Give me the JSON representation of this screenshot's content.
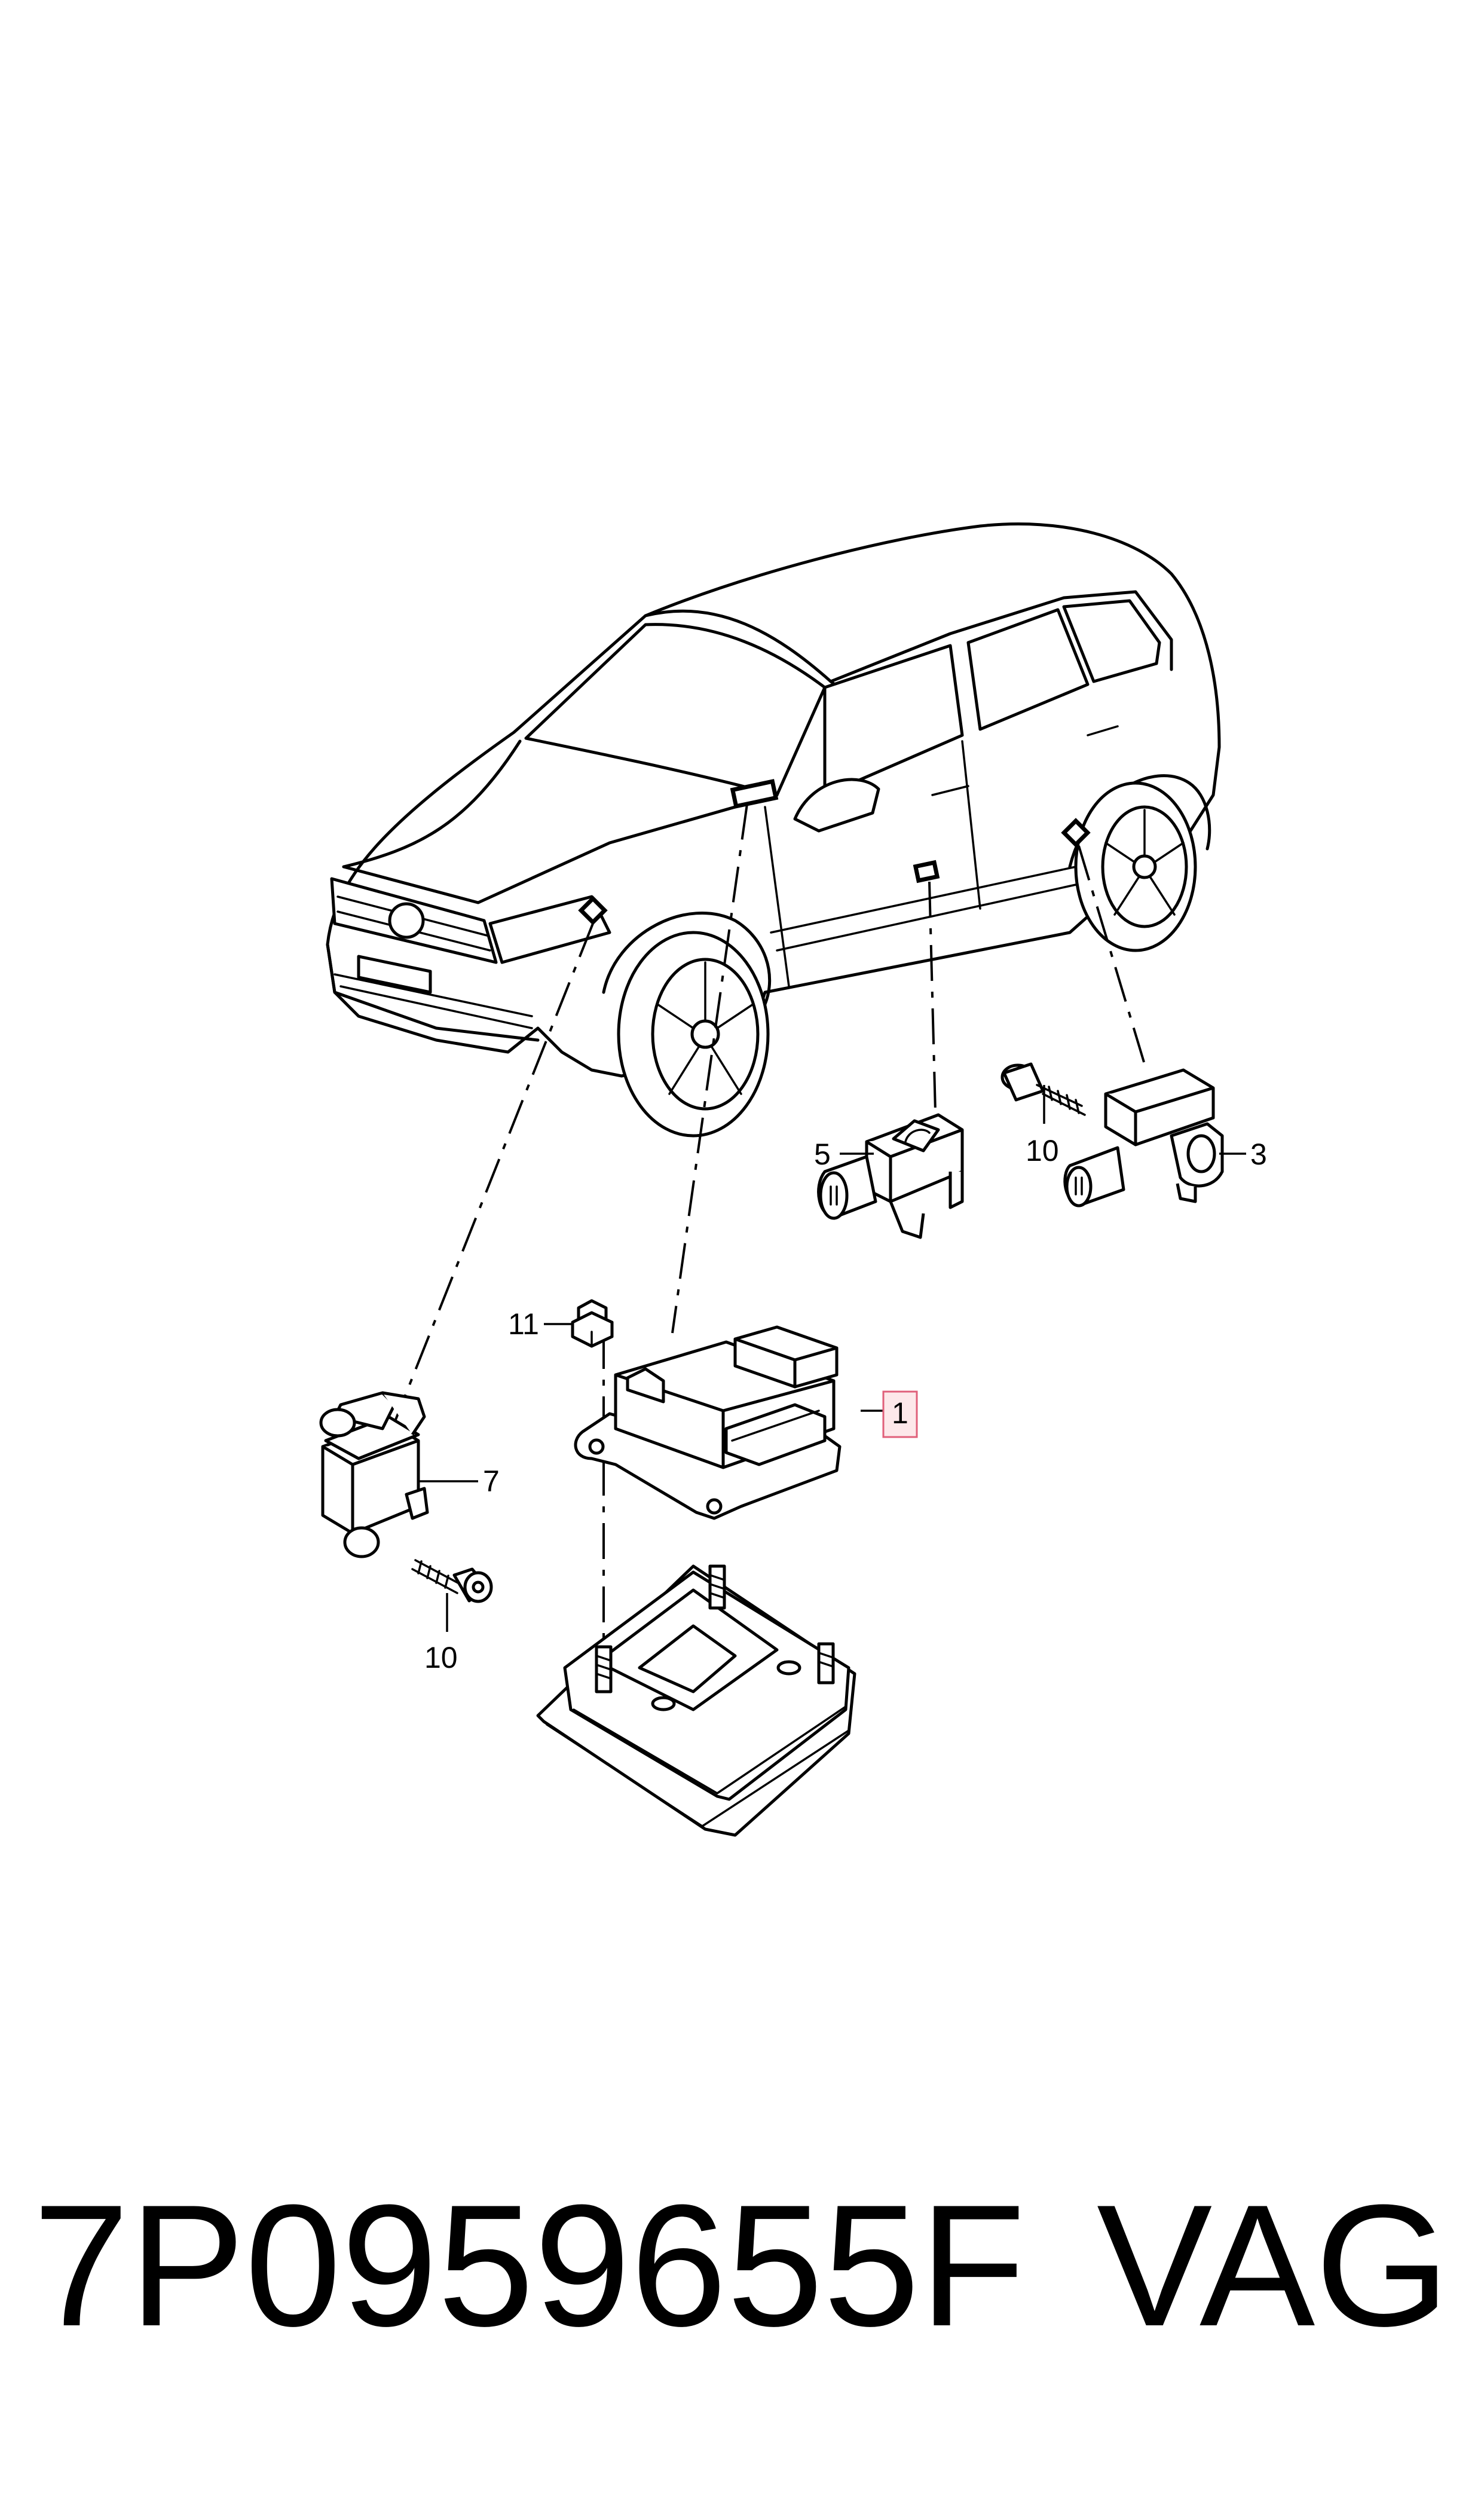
{
  "diagram": {
    "callouts": {
      "c1": "1",
      "c3": "3",
      "c5": "5",
      "c7": "7",
      "c10a": "10",
      "c10b": "10",
      "c11": "11"
    },
    "highlight_color": "#e0607a"
  },
  "footer": {
    "part_number": "7P0959655F",
    "brand": "VAG"
  }
}
